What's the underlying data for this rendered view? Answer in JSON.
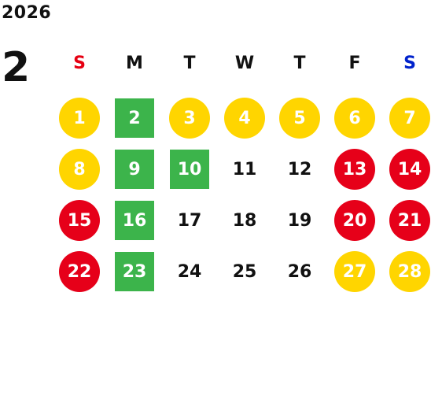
{
  "calendar": {
    "year": "2026",
    "month": "2",
    "weekdays": [
      {
        "label": "S",
        "color": "#e60012"
      },
      {
        "label": "M",
        "color": "#111111"
      },
      {
        "label": "T",
        "color": "#111111"
      },
      {
        "label": "W",
        "color": "#111111"
      },
      {
        "label": "T",
        "color": "#111111"
      },
      {
        "label": "F",
        "color": "#111111"
      },
      {
        "label": "S",
        "color": "#0022cc"
      }
    ],
    "legend_colors": {
      "yellow": "#ffd500",
      "green": "#3cb44b",
      "red": "#e60019"
    },
    "weeks": [
      [
        {
          "day": "1",
          "style": "yellow-circle"
        },
        {
          "day": "2",
          "style": "green-square"
        },
        {
          "day": "3",
          "style": "yellow-circle"
        },
        {
          "day": "4",
          "style": "yellow-circle"
        },
        {
          "day": "5",
          "style": "yellow-circle"
        },
        {
          "day": "6",
          "style": "yellow-circle"
        },
        {
          "day": "7",
          "style": "yellow-circle"
        }
      ],
      [
        {
          "day": "8",
          "style": "yellow-circle"
        },
        {
          "day": "9",
          "style": "green-square"
        },
        {
          "day": "10",
          "style": "green-square"
        },
        {
          "day": "11",
          "style": "plain"
        },
        {
          "day": "12",
          "style": "plain"
        },
        {
          "day": "13",
          "style": "red-circle"
        },
        {
          "day": "14",
          "style": "red-circle"
        }
      ],
      [
        {
          "day": "15",
          "style": "red-circle"
        },
        {
          "day": "16",
          "style": "green-square"
        },
        {
          "day": "17",
          "style": "plain"
        },
        {
          "day": "18",
          "style": "plain"
        },
        {
          "day": "19",
          "style": "plain"
        },
        {
          "day": "20",
          "style": "red-circle"
        },
        {
          "day": "21",
          "style": "red-circle"
        }
      ],
      [
        {
          "day": "22",
          "style": "red-circle"
        },
        {
          "day": "23",
          "style": "green-square"
        },
        {
          "day": "24",
          "style": "plain"
        },
        {
          "day": "25",
          "style": "plain"
        },
        {
          "day": "26",
          "style": "plain"
        },
        {
          "day": "27",
          "style": "yellow-circle"
        },
        {
          "day": "28",
          "style": "yellow-circle"
        }
      ]
    ]
  }
}
